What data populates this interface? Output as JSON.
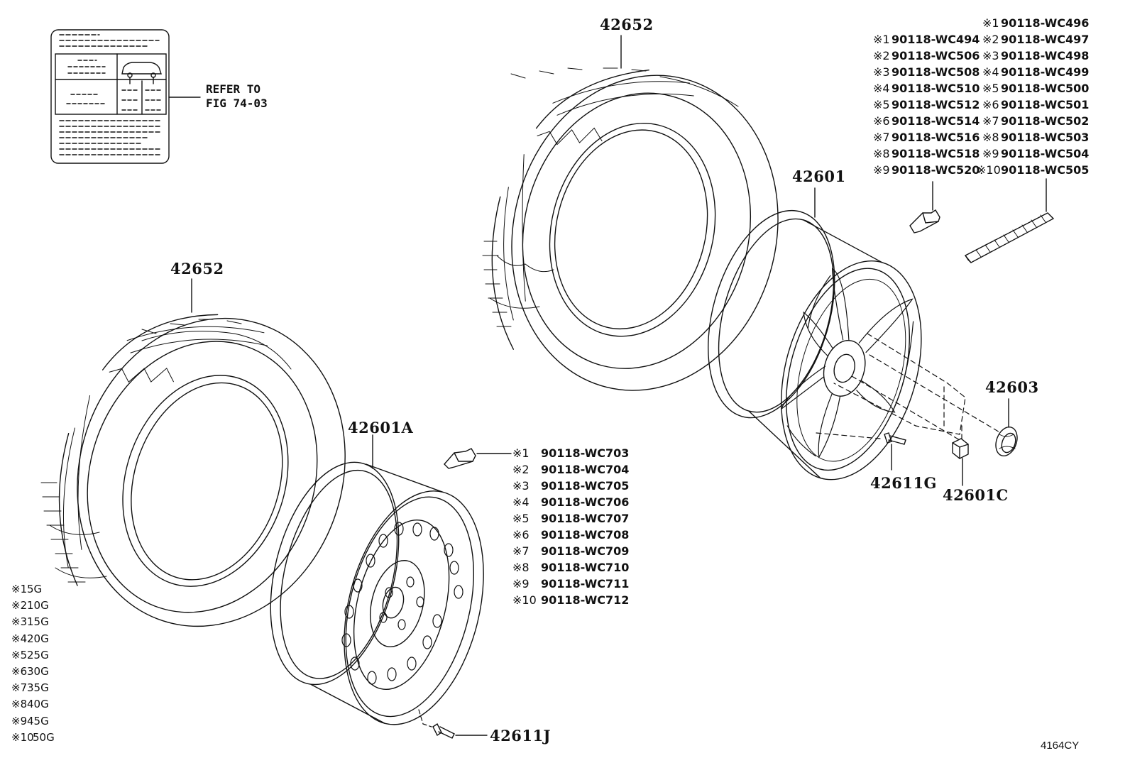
{
  "labels": {
    "tire_top": "42652",
    "tire_left": "42652",
    "wheel_alloy": "42601",
    "wheel_steel": "42601A",
    "center_cap": "42603",
    "valve_alloy": "42611G",
    "hub_nut": "42601C",
    "valve_steel": "42611J",
    "refer_line1": "REFER TO",
    "refer_line2": "FIG 74-03",
    "figure_code": "4164CY"
  },
  "weight_list_a": [
    {
      "mark": "※1",
      "part": "90118-WC494"
    },
    {
      "mark": "※2",
      "part": "90118-WC506"
    },
    {
      "mark": "※3",
      "part": "90118-WC508"
    },
    {
      "mark": "※4",
      "part": "90118-WC510"
    },
    {
      "mark": "※5",
      "part": "90118-WC512"
    },
    {
      "mark": "※6",
      "part": "90118-WC514"
    },
    {
      "mark": "※7",
      "part": "90118-WC516"
    },
    {
      "mark": "※8",
      "part": "90118-WC518"
    },
    {
      "mark": "※9",
      "part": "90118-WC520"
    }
  ],
  "weight_list_b": [
    {
      "mark": "※1",
      "part": "90118-WC496"
    },
    {
      "mark": "※2",
      "part": "90118-WC497"
    },
    {
      "mark": "※3",
      "part": "90118-WC498"
    },
    {
      "mark": "※4",
      "part": "90118-WC499"
    },
    {
      "mark": "※5",
      "part": "90118-WC500"
    },
    {
      "mark": "※6",
      "part": "90118-WC501"
    },
    {
      "mark": "※7",
      "part": "90118-WC502"
    },
    {
      "mark": "※8",
      "part": "90118-WC503"
    },
    {
      "mark": "※9",
      "part": "90118-WC504"
    },
    {
      "mark": "※10",
      "part": "90118-WC505"
    }
  ],
  "weight_list_c": [
    {
      "mark": "※1",
      "part": "90118-WC703"
    },
    {
      "mark": "※2",
      "part": "90118-WC704"
    },
    {
      "mark": "※3",
      "part": "90118-WC705"
    },
    {
      "mark": "※4",
      "part": "90118-WC706"
    },
    {
      "mark": "※5",
      "part": "90118-WC707"
    },
    {
      "mark": "※6",
      "part": "90118-WC708"
    },
    {
      "mark": "※7",
      "part": "90118-WC709"
    },
    {
      "mark": "※8",
      "part": "90118-WC710"
    },
    {
      "mark": "※9",
      "part": "90118-WC711"
    },
    {
      "mark": "※10",
      "part": "90118-WC712"
    }
  ],
  "weight_legend": [
    {
      "mark": "※1",
      "weight": "5G"
    },
    {
      "mark": "※2",
      "weight": "10G"
    },
    {
      "mark": "※3",
      "weight": "15G"
    },
    {
      "mark": "※4",
      "weight": "20G"
    },
    {
      "mark": "※5",
      "weight": "25G"
    },
    {
      "mark": "※6",
      "weight": "30G"
    },
    {
      "mark": "※7",
      "weight": "35G"
    },
    {
      "mark": "※8",
      "weight": "40G"
    },
    {
      "mark": "※9",
      "weight": "45G"
    },
    {
      "mark": "※10",
      "weight": "50G"
    }
  ]
}
